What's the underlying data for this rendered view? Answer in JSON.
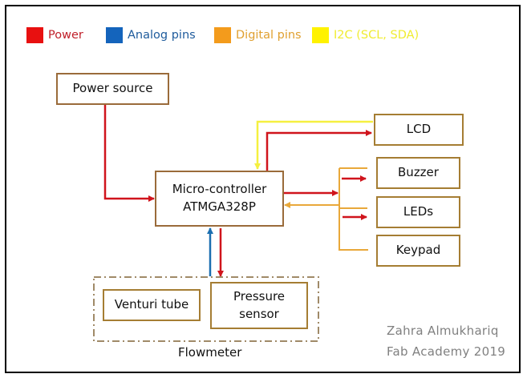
{
  "legend": [
    {
      "label": "Power",
      "color": "#e81010",
      "text_color": "#c0202a"
    },
    {
      "label": "Analog pins",
      "color": "#1464bc",
      "text_color": "#1e5b9c"
    },
    {
      "label": "Digital pins",
      "color": "#f39b1c",
      "text_color": "#e0a030"
    },
    {
      "label": "I2C (SCL, SDA)",
      "color": "#fff200",
      "text_color": "#f0ec30"
    }
  ],
  "nodes": {
    "power_source": "Power source",
    "microcontroller_line1": "Micro-controller",
    "microcontroller_line2": "ATMGA328P",
    "lcd": "LCD",
    "buzzer": "Buzzer",
    "leds": "LEDs",
    "keypad": "Keypad",
    "venturi_tube": "Venturi tube",
    "pressure_sensor_line1": "Pressure",
    "pressure_sensor_line2": "sensor"
  },
  "group_label": "Flowmeter",
  "credit": {
    "author": "Zahra Almukhariq",
    "program": "Fab Academy 2019"
  },
  "colors": {
    "power": "#d0141c",
    "analog": "#1a6eb0",
    "digital": "#e9a83a",
    "i2c": "#f5f040",
    "box_border": "#9a6b3a",
    "group_border": "#a08a68"
  }
}
